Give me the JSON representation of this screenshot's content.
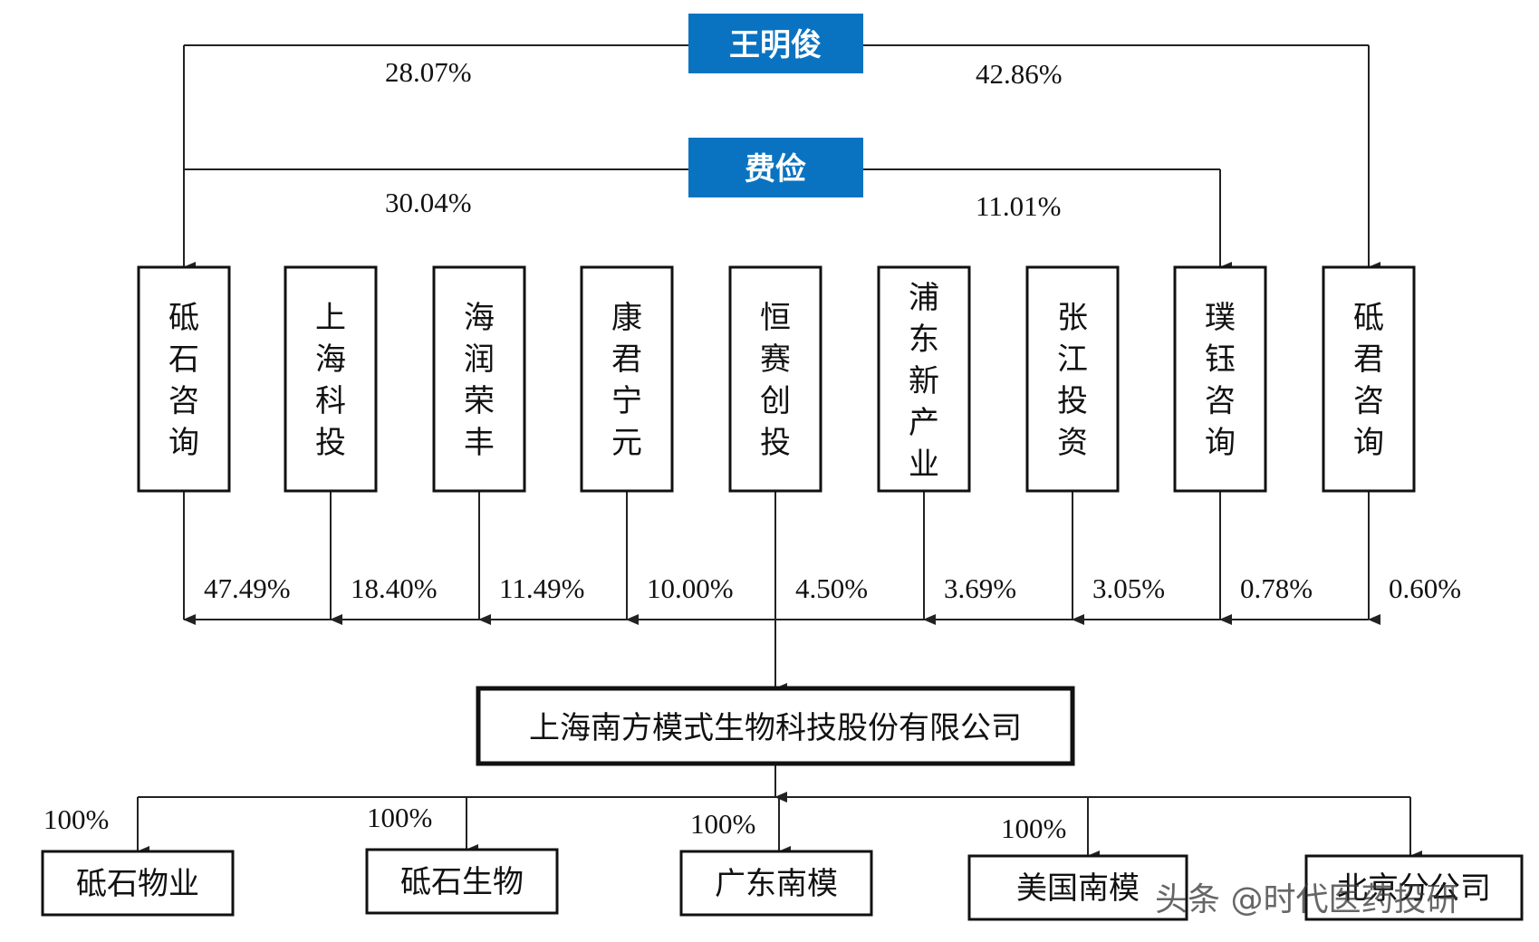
{
  "owners": [
    {
      "name": "王明俊",
      "left_pct": "28.07%",
      "right_pct": "42.86%"
    },
    {
      "name": "费俭",
      "left_pct": "30.04%",
      "right_pct": "11.01%"
    }
  ],
  "shareholders": [
    {
      "name": "砥石咨询",
      "pct": "47.49%"
    },
    {
      "name": "上海科投",
      "pct": "18.40%"
    },
    {
      "name": "海润荣丰",
      "pct": "11.49%"
    },
    {
      "name": "康君宁元",
      "pct": "10.00%"
    },
    {
      "name": "恒赛创投",
      "pct": "4.50%"
    },
    {
      "name": "浦东新产业",
      "pct": "3.69%"
    },
    {
      "name": "张江投资",
      "pct": "3.05%"
    },
    {
      "name": "璞钰咨询",
      "pct": "0.78%"
    },
    {
      "name": "砥君咨询",
      "pct": "0.60%"
    }
  ],
  "company": {
    "name": "上海南方模式生物科技股份有限公司"
  },
  "subsidiaries": [
    {
      "name": "砥石物业",
      "pct": "100%"
    },
    {
      "name": "砥石生物",
      "pct": "100%"
    },
    {
      "name": "广东南模",
      "pct": "100%"
    },
    {
      "name": "美国南模",
      "pct": "100%"
    },
    {
      "name": "北京分公司",
      "pct": ""
    }
  ],
  "watermark": "头条 @时代医药投研",
  "colors": {
    "owner_fill": "#0a73c1",
    "line": "#222222"
  }
}
